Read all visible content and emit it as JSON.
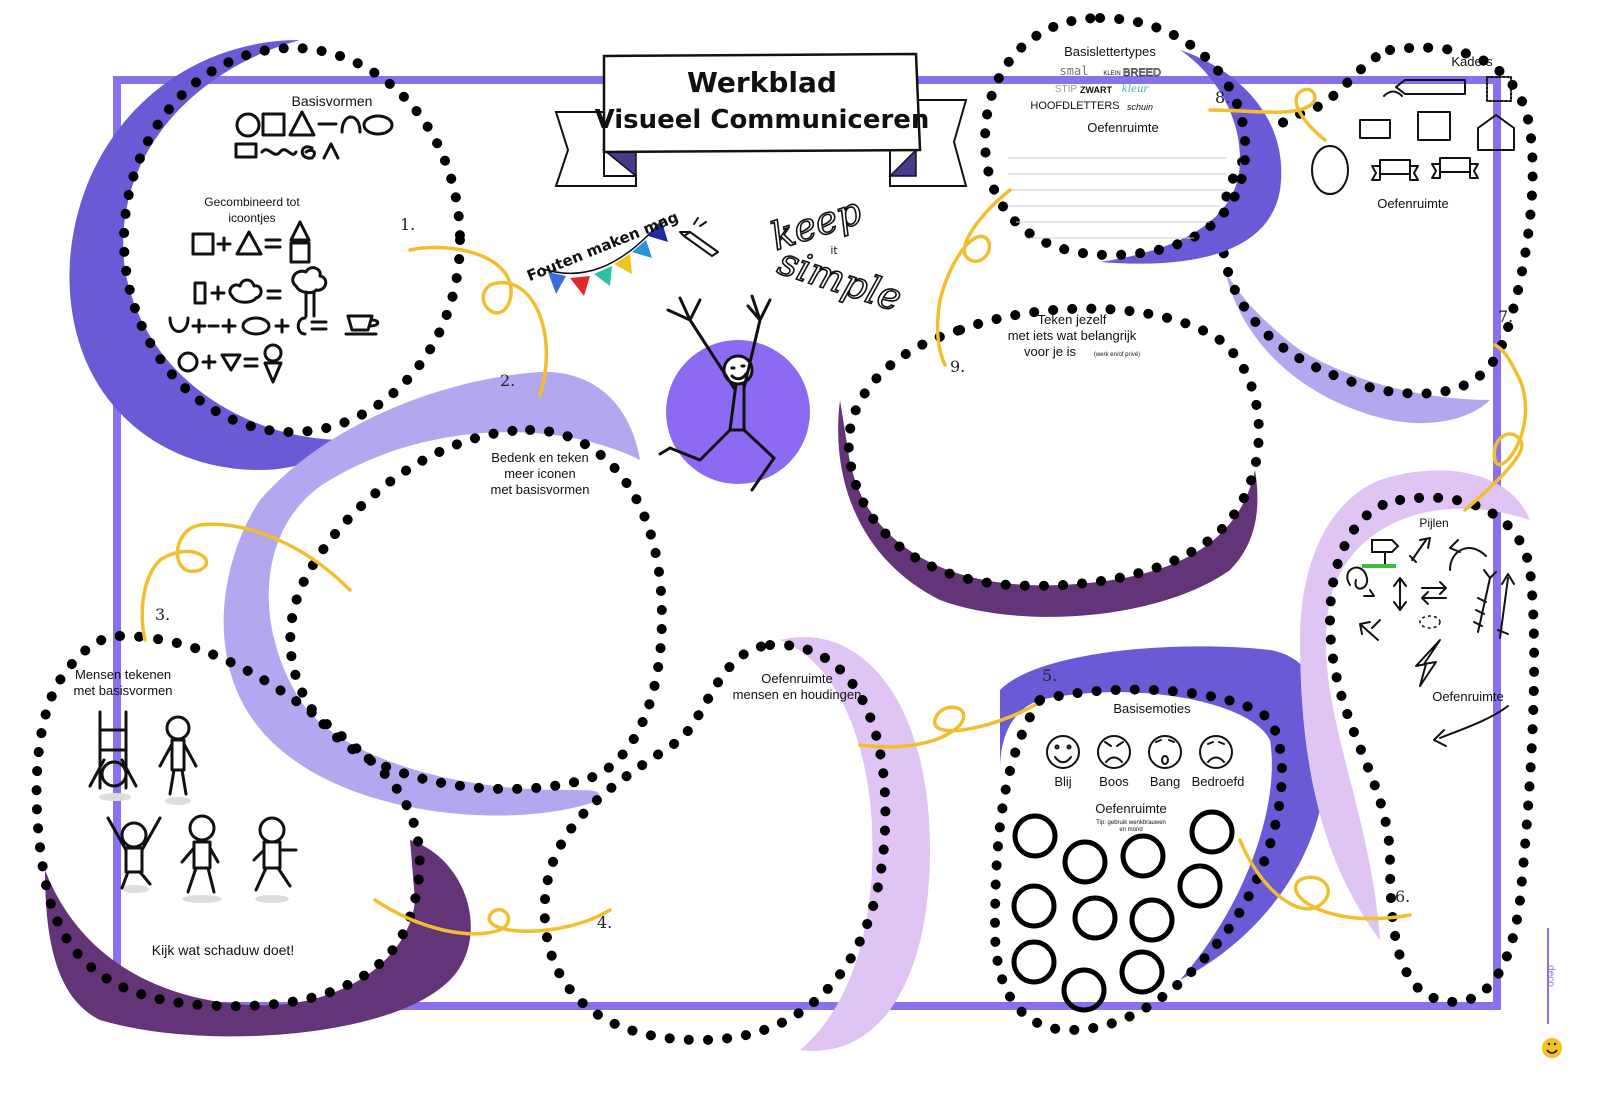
{
  "title": {
    "line1": "Werkblad",
    "line2": "Visueel Communiceren"
  },
  "banner": {
    "fouten": "Fouten maken mag",
    "keep": "keep",
    "it": "it",
    "simple": "simple"
  },
  "colors": {
    "purple": "#6a5ad6",
    "lavender": "#b3a7ef",
    "pink": "#dfc4f4",
    "plum": "#643479",
    "yarn": "#f1bf2e",
    "frame": "#8a70ec"
  },
  "sections": {
    "s1": {
      "number": "1.",
      "title": "Basisvormen",
      "combined": "Gecombineerd tot",
      "combined2": "icoontjes"
    },
    "s2": {
      "number": "2.",
      "line1": "Bedenk en teken",
      "line2": "meer iconen",
      "line3": "met basisvormen"
    },
    "s3": {
      "number": "3.",
      "line1": "Mensen tekenen",
      "line2": "met basisvormen",
      "footer": "Kijk wat schaduw doet!"
    },
    "s4": {
      "number": "4.",
      "line1": "Oefenruimte",
      "line2": "mensen en houdingen"
    },
    "s5": {
      "number": "5.",
      "title": "Basisemoties",
      "emotions": [
        "Blij",
        "Boos",
        "Bang",
        "Bedroefd"
      ],
      "practice": "Oefenruimte",
      "tip1": "Tip: gebruik wenkbrauwen",
      "tip2": "en mond"
    },
    "s6": {
      "number": "6.",
      "title": "Pijlen",
      "practice": "Oefenruimte"
    },
    "s7": {
      "number": "7.",
      "title": "Kaders",
      "practice": "Oefenruimte"
    },
    "s8": {
      "number": "8.",
      "title": "Basislettertypes",
      "smal": "smal",
      "klein": "KLEIN",
      "breed": "BREED",
      "stip": "STIP",
      "zwart": "ZWART",
      "kleur": "kleur",
      "hoofd": "HOOFDLETTERS",
      "schuin": "schuin",
      "practice": "Oefenruimte"
    },
    "s9": {
      "number": "9.",
      "line1": "Teken jezelf",
      "line2": "met iets wat belangrijk",
      "line3": "voor je is",
      "small": "(werk en/of privé)"
    }
  },
  "logo": {
    "text": "deco"
  },
  "icons": [
    "smiley-icon",
    "flag-bunting",
    "pencil-icon",
    "stick-figure",
    "coffee-cup-icon",
    "tree-icon",
    "signpost-icon",
    "arrow-icons",
    "frame-icons",
    "smiley-logo-icon"
  ]
}
